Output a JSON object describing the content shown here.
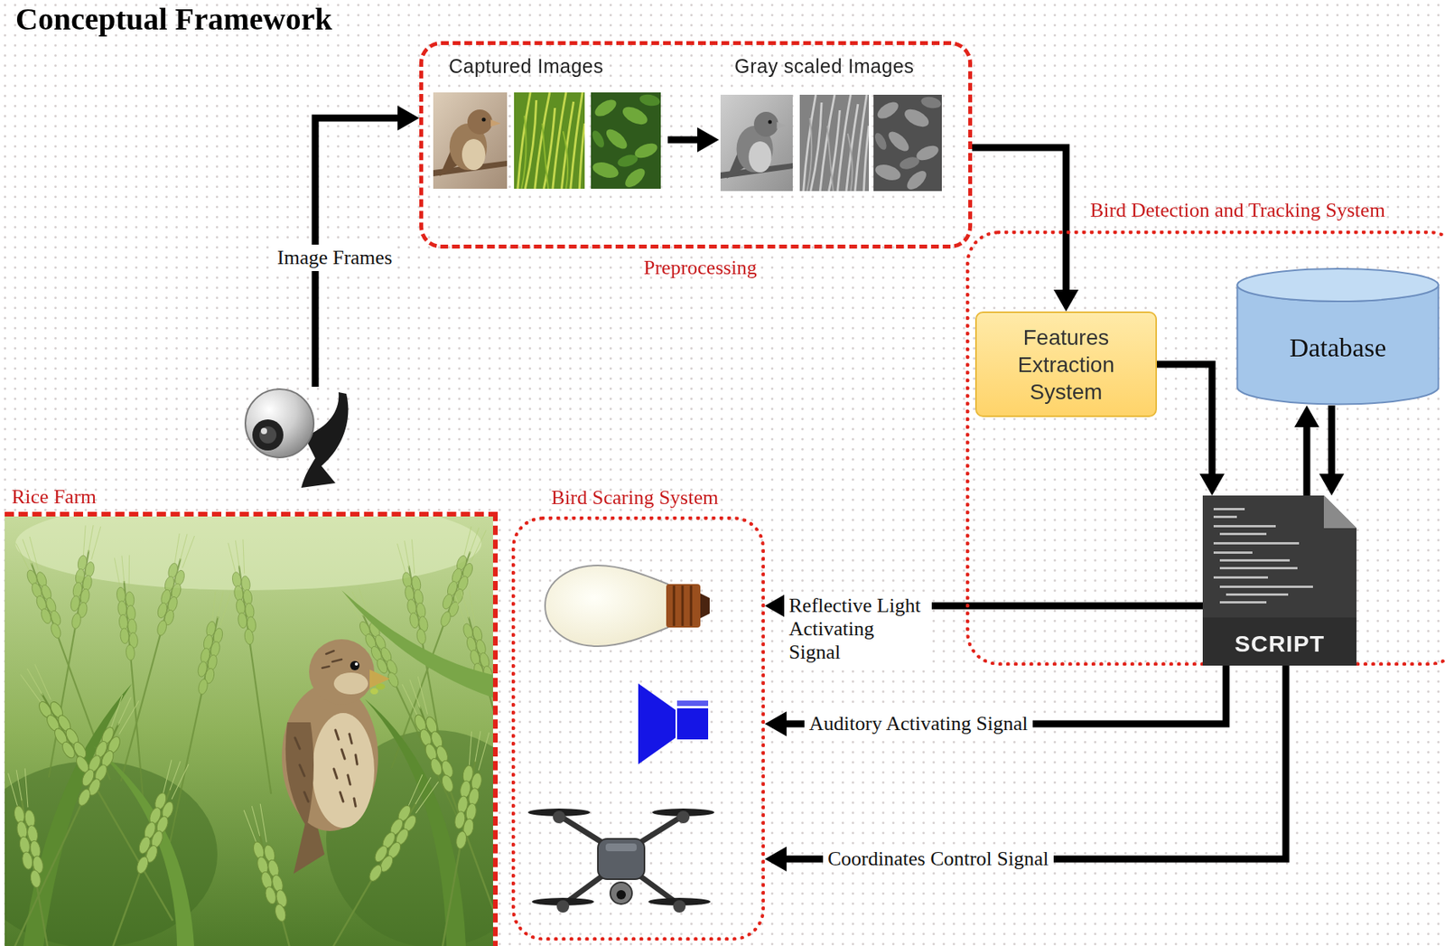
{
  "diagram": {
    "title": "Conceptual Framework",
    "nodes": [
      {
        "text": [
          "Preprocessing",
          "Captured Images",
          "Gray scaled Images"
        ]
      },
      {
        "text": [
          "Bird Detection and Tracking System"
        ]
      },
      {
        "text": [
          "Features Extraction System"
        ],
        "in": 1
      },
      {
        "text": [
          "Database"
        ],
        "in": 1
      },
      {
        "text": [
          "SCRIPT"
        ],
        "in": 1
      },
      {
        "text": [
          "Rice Farm"
        ]
      },
      {
        "text": [
          "Bird Scaring System"
        ]
      }
    ],
    "edges": [
      {
        "from": 0,
        "to": 2,
        "arrow": "to"
      },
      {
        "from": 2,
        "to": 4,
        "arrow": "to"
      },
      {
        "from": 4,
        "to": 3,
        "arrow": "to"
      },
      {
        "from": 3,
        "to": 4,
        "arrow": "to"
      },
      {
        "from": 4,
        "to": 6,
        "label": "Reflective Light Activating Signal",
        "arrow": "to"
      },
      {
        "from": 4,
        "to": 6,
        "label": "Auditory Activating Signal",
        "arrow": "to"
      },
      {
        "from": 4,
        "to": 6,
        "label": "Coordinates Control Signal",
        "arrow": "to"
      }
    ],
    "labels": [
      "Image Frames"
    ]
  }
}
